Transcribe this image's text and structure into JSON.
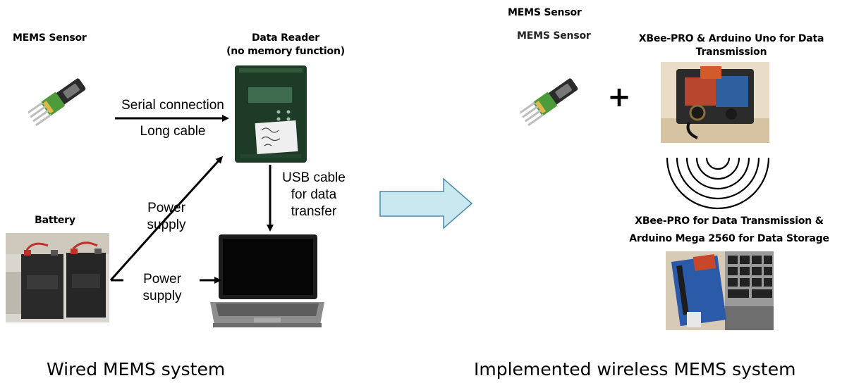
{
  "left": {
    "sensor_label": "MEMS Sensor",
    "reader_label_1": "Data Reader",
    "reader_label_2": "(no memory function)",
    "battery_label": "Battery",
    "serial_label": "Serial connection",
    "cable_label": "Long cable",
    "usb_label_1": "USB cable",
    "usb_label_2": "for data",
    "usb_label_3": "transfer",
    "power1_label_1": "Power",
    "power1_label_2": "supply",
    "power2_label_1": "Power",
    "power2_label_2": "supply",
    "title": "Wired  MEMS system"
  },
  "right": {
    "sensor_label_top": "MEMS Sensor",
    "sensor_label": "MEMS Sensor",
    "tx_label_1": "XBee-PRO & Arduino Uno for Data",
    "tx_label_2": "Transmission",
    "plus": "+",
    "rx_label_1": "XBee-PRO  for Data Transmission &",
    "rx_label_2": "Arduino Mega 2560 for Data Storage",
    "title": "Implemented wireless MEMS system"
  },
  "colors": {
    "arrow_fill": "#c9e8ef",
    "arrow_stroke": "#4a8aa8",
    "sensor_pcb": "#3f8f2f",
    "reader_body": "#1a3a24"
  }
}
